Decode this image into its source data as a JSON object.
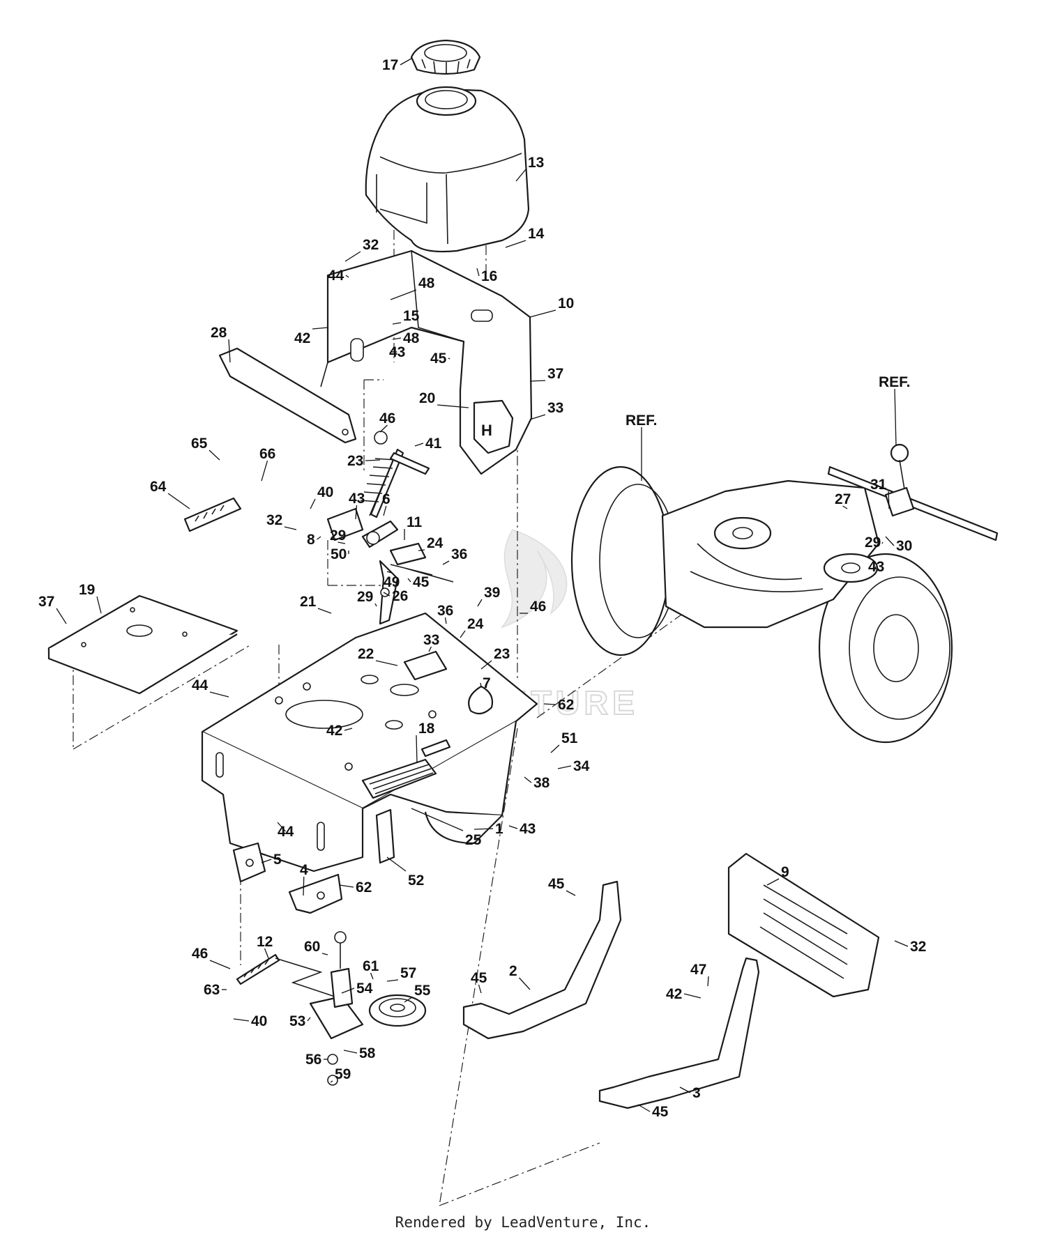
{
  "watermark": {
    "text": "LEADVENTURE"
  },
  "footer": {
    "text": "Rendered by LeadVenture, Inc."
  },
  "callouts": [
    {
      "label": "17"
    },
    {
      "label": "13"
    },
    {
      "label": "14"
    },
    {
      "label": "32"
    },
    {
      "label": "16"
    },
    {
      "label": "44"
    },
    {
      "label": "48"
    },
    {
      "label": "10"
    },
    {
      "label": "15"
    },
    {
      "label": "42"
    },
    {
      "label": "48"
    },
    {
      "label": "43"
    },
    {
      "label": "28"
    },
    {
      "label": "45"
    },
    {
      "label": "37"
    },
    {
      "label": "20"
    },
    {
      "label": "33"
    },
    {
      "label": "46"
    },
    {
      "label": "41"
    },
    {
      "label": "23"
    },
    {
      "label": "65"
    },
    {
      "label": "66"
    },
    {
      "label": "64"
    },
    {
      "label": "40"
    },
    {
      "label": "43"
    },
    {
      "label": "6"
    },
    {
      "label": "32"
    },
    {
      "label": "11"
    },
    {
      "label": "29"
    },
    {
      "label": "8"
    },
    {
      "label": "24"
    },
    {
      "label": "50"
    },
    {
      "label": "36"
    },
    {
      "label": "49"
    },
    {
      "label": "45"
    },
    {
      "label": "19"
    },
    {
      "label": "37"
    },
    {
      "label": "21"
    },
    {
      "label": "29"
    },
    {
      "label": "26"
    },
    {
      "label": "39"
    },
    {
      "label": "36"
    },
    {
      "label": "46"
    },
    {
      "label": "24"
    },
    {
      "label": "33"
    },
    {
      "label": "22"
    },
    {
      "label": "23"
    },
    {
      "label": "7"
    },
    {
      "label": "44"
    },
    {
      "label": "62"
    },
    {
      "label": "42"
    },
    {
      "label": "18"
    },
    {
      "label": "51"
    },
    {
      "label": "34"
    },
    {
      "label": "38"
    },
    {
      "label": "44"
    },
    {
      "label": "43"
    },
    {
      "label": "1"
    },
    {
      "label": "25"
    },
    {
      "label": "5"
    },
    {
      "label": "52"
    },
    {
      "label": "4"
    },
    {
      "label": "62"
    },
    {
      "label": "45"
    },
    {
      "label": "9"
    },
    {
      "label": "12"
    },
    {
      "label": "60"
    },
    {
      "label": "46"
    },
    {
      "label": "61"
    },
    {
      "label": "57"
    },
    {
      "label": "63"
    },
    {
      "label": "54"
    },
    {
      "label": "55"
    },
    {
      "label": "40"
    },
    {
      "label": "53"
    },
    {
      "label": "45"
    },
    {
      "label": "2"
    },
    {
      "label": "32"
    },
    {
      "label": "47"
    },
    {
      "label": "42"
    },
    {
      "label": "58"
    },
    {
      "label": "56"
    },
    {
      "label": "59"
    },
    {
      "label": "3"
    },
    {
      "label": "45"
    },
    {
      "label": "REF."
    },
    {
      "label": "REF."
    },
    {
      "label": "31"
    },
    {
      "label": "27"
    },
    {
      "label": "29"
    },
    {
      "label": "30"
    },
    {
      "label": "43"
    }
  ]
}
